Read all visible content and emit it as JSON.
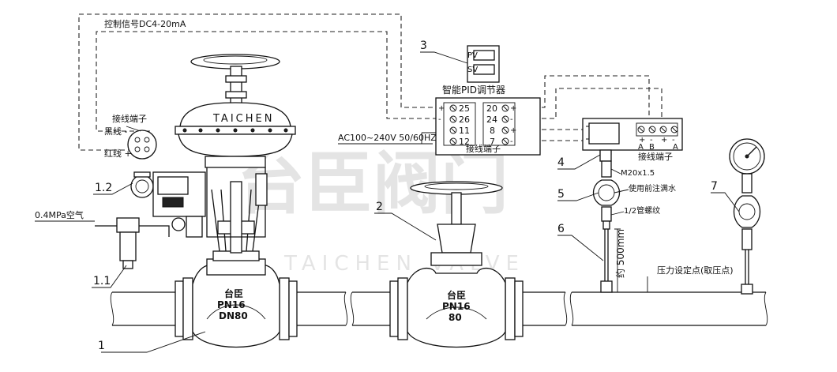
{
  "watermark": {
    "cn": "台臣阀门",
    "en": "TAICHEN VALVE"
  },
  "signal": {
    "control_label": "控制信号DC4-20mA"
  },
  "terminal_left": {
    "title": "接线端子",
    "black_wire": "黑线 -",
    "red_wire": "红线 +"
  },
  "air_supply": "0.4MPa空气",
  "actuator": {
    "brand": "TAICHEN"
  },
  "valve_main": {
    "brand": "台臣",
    "pn": "PN16",
    "dn": "DN80"
  },
  "valve_stop": {
    "brand": "台臣",
    "pn": "PN16",
    "dn": "80"
  },
  "pid": {
    "number": "3",
    "display_pv": "PV",
    "display_sv": "SV",
    "title": "智能PID调节器",
    "left_terminals": [
      {
        "sign": "+",
        "num": "25"
      },
      {
        "sign": "-",
        "num": "26"
      },
      {
        "sign": "",
        "num": "11"
      },
      {
        "sign": "",
        "num": "12"
      }
    ],
    "right_terminals": [
      {
        "num": "20",
        "sign": "+"
      },
      {
        "num": "24",
        "sign": "-"
      },
      {
        "num": "8",
        "sign": "+"
      },
      {
        "num": "7",
        "sign": "-"
      }
    ],
    "terminal_label": "接线端子",
    "power": "AC100~240V 50/60HZ"
  },
  "transmitter": {
    "terminal_title": "接线端子",
    "pins": [
      "+",
      "-",
      "+",
      "-"
    ],
    "letters": [
      "A",
      "B",
      "A"
    ]
  },
  "fittings": {
    "m20": "M20x1.5",
    "fill_water": "使用前注满水",
    "thread": "1/2管螺纹",
    "length": "约 500mm",
    "set_point": "压力设定点(取压点)"
  },
  "callouts": [
    "1",
    "1.1",
    "1.2",
    "2",
    "3",
    "4",
    "5",
    "6",
    "7"
  ]
}
